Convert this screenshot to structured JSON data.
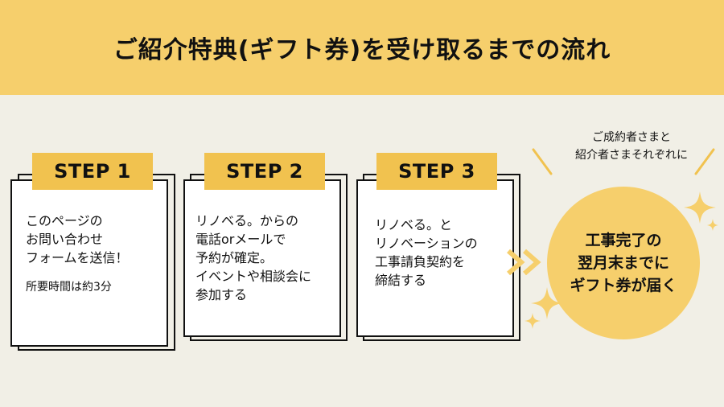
{
  "title": "ご紹介特典(ギフト券)を受け取るまでの流れ",
  "steps": [
    {
      "label": "STEP 1",
      "lines": [
        "このページの",
        "お問い合わせ",
        "フォームを送信！"
      ],
      "note": "所要時間は約3分"
    },
    {
      "label": "STEP 2",
      "lines": [
        "リノベる。からの",
        "電話orメールで",
        "予約が確定。",
        "イベントや相談会に",
        "参加する"
      ]
    },
    {
      "label": "STEP 3",
      "lines": [
        "リノベる。と",
        "リノベーションの",
        "工事請負契約を",
        "締結する"
      ]
    }
  ],
  "reward": {
    "caption": [
      "ご成約者さまと",
      "紹介者さまそれぞれに"
    ],
    "lines": [
      "工事完了の",
      "翌月末までに",
      "ギフト券が届く"
    ]
  },
  "colors": {
    "header": "#f6cf6c",
    "step_tag": "#f1c24f",
    "background": "#f1efe6",
    "circle": "#f6cf6c",
    "chevron": "#f6cf6c"
  },
  "icons": {
    "arrow": "double-chevron-right-icon",
    "sparkle": "sparkle-icon"
  }
}
